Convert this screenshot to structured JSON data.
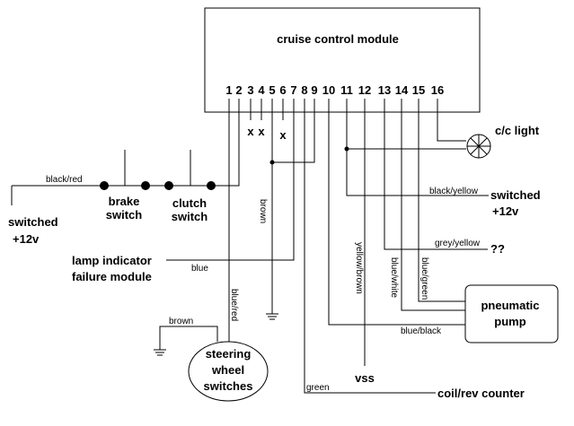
{
  "module": {
    "title": "cruise control module",
    "pins": [
      "1",
      "2",
      "3",
      "4",
      "5",
      "6",
      "7",
      "8",
      "9",
      "10",
      "11",
      "12",
      "13",
      "14",
      "15",
      "16"
    ],
    "unused_mark": "x"
  },
  "components": {
    "cc_light": "c/c light",
    "switched_12v_right": [
      "switched",
      "+12v"
    ],
    "switched_12v_left": [
      "switched",
      "+12v"
    ],
    "brake_switch": [
      "brake",
      "switch"
    ],
    "clutch_switch": [
      "clutch",
      "switch"
    ],
    "lamp_indicator": [
      "lamp indicator",
      "failure module"
    ],
    "pneumatic_pump": [
      "pneumatic",
      "pump"
    ],
    "steering_wheel_switches": [
      "steering",
      "wheel",
      "switches"
    ],
    "unknown": "??",
    "vss": "vss",
    "coil_rev_counter": "coil/rev counter"
  },
  "wire_colors": {
    "black_red": "black/red",
    "black_yellow": "black/yellow",
    "grey_yellow": "grey/yellow",
    "brown_vertical": "brown",
    "blue": "blue",
    "yellow_brown": "yellow/brown",
    "blue_white": "blue/white",
    "blue_green": "blue/green",
    "blue_black": "blue/black",
    "brown_steering": "brown",
    "blue_red": "blue/red",
    "green": "green"
  }
}
